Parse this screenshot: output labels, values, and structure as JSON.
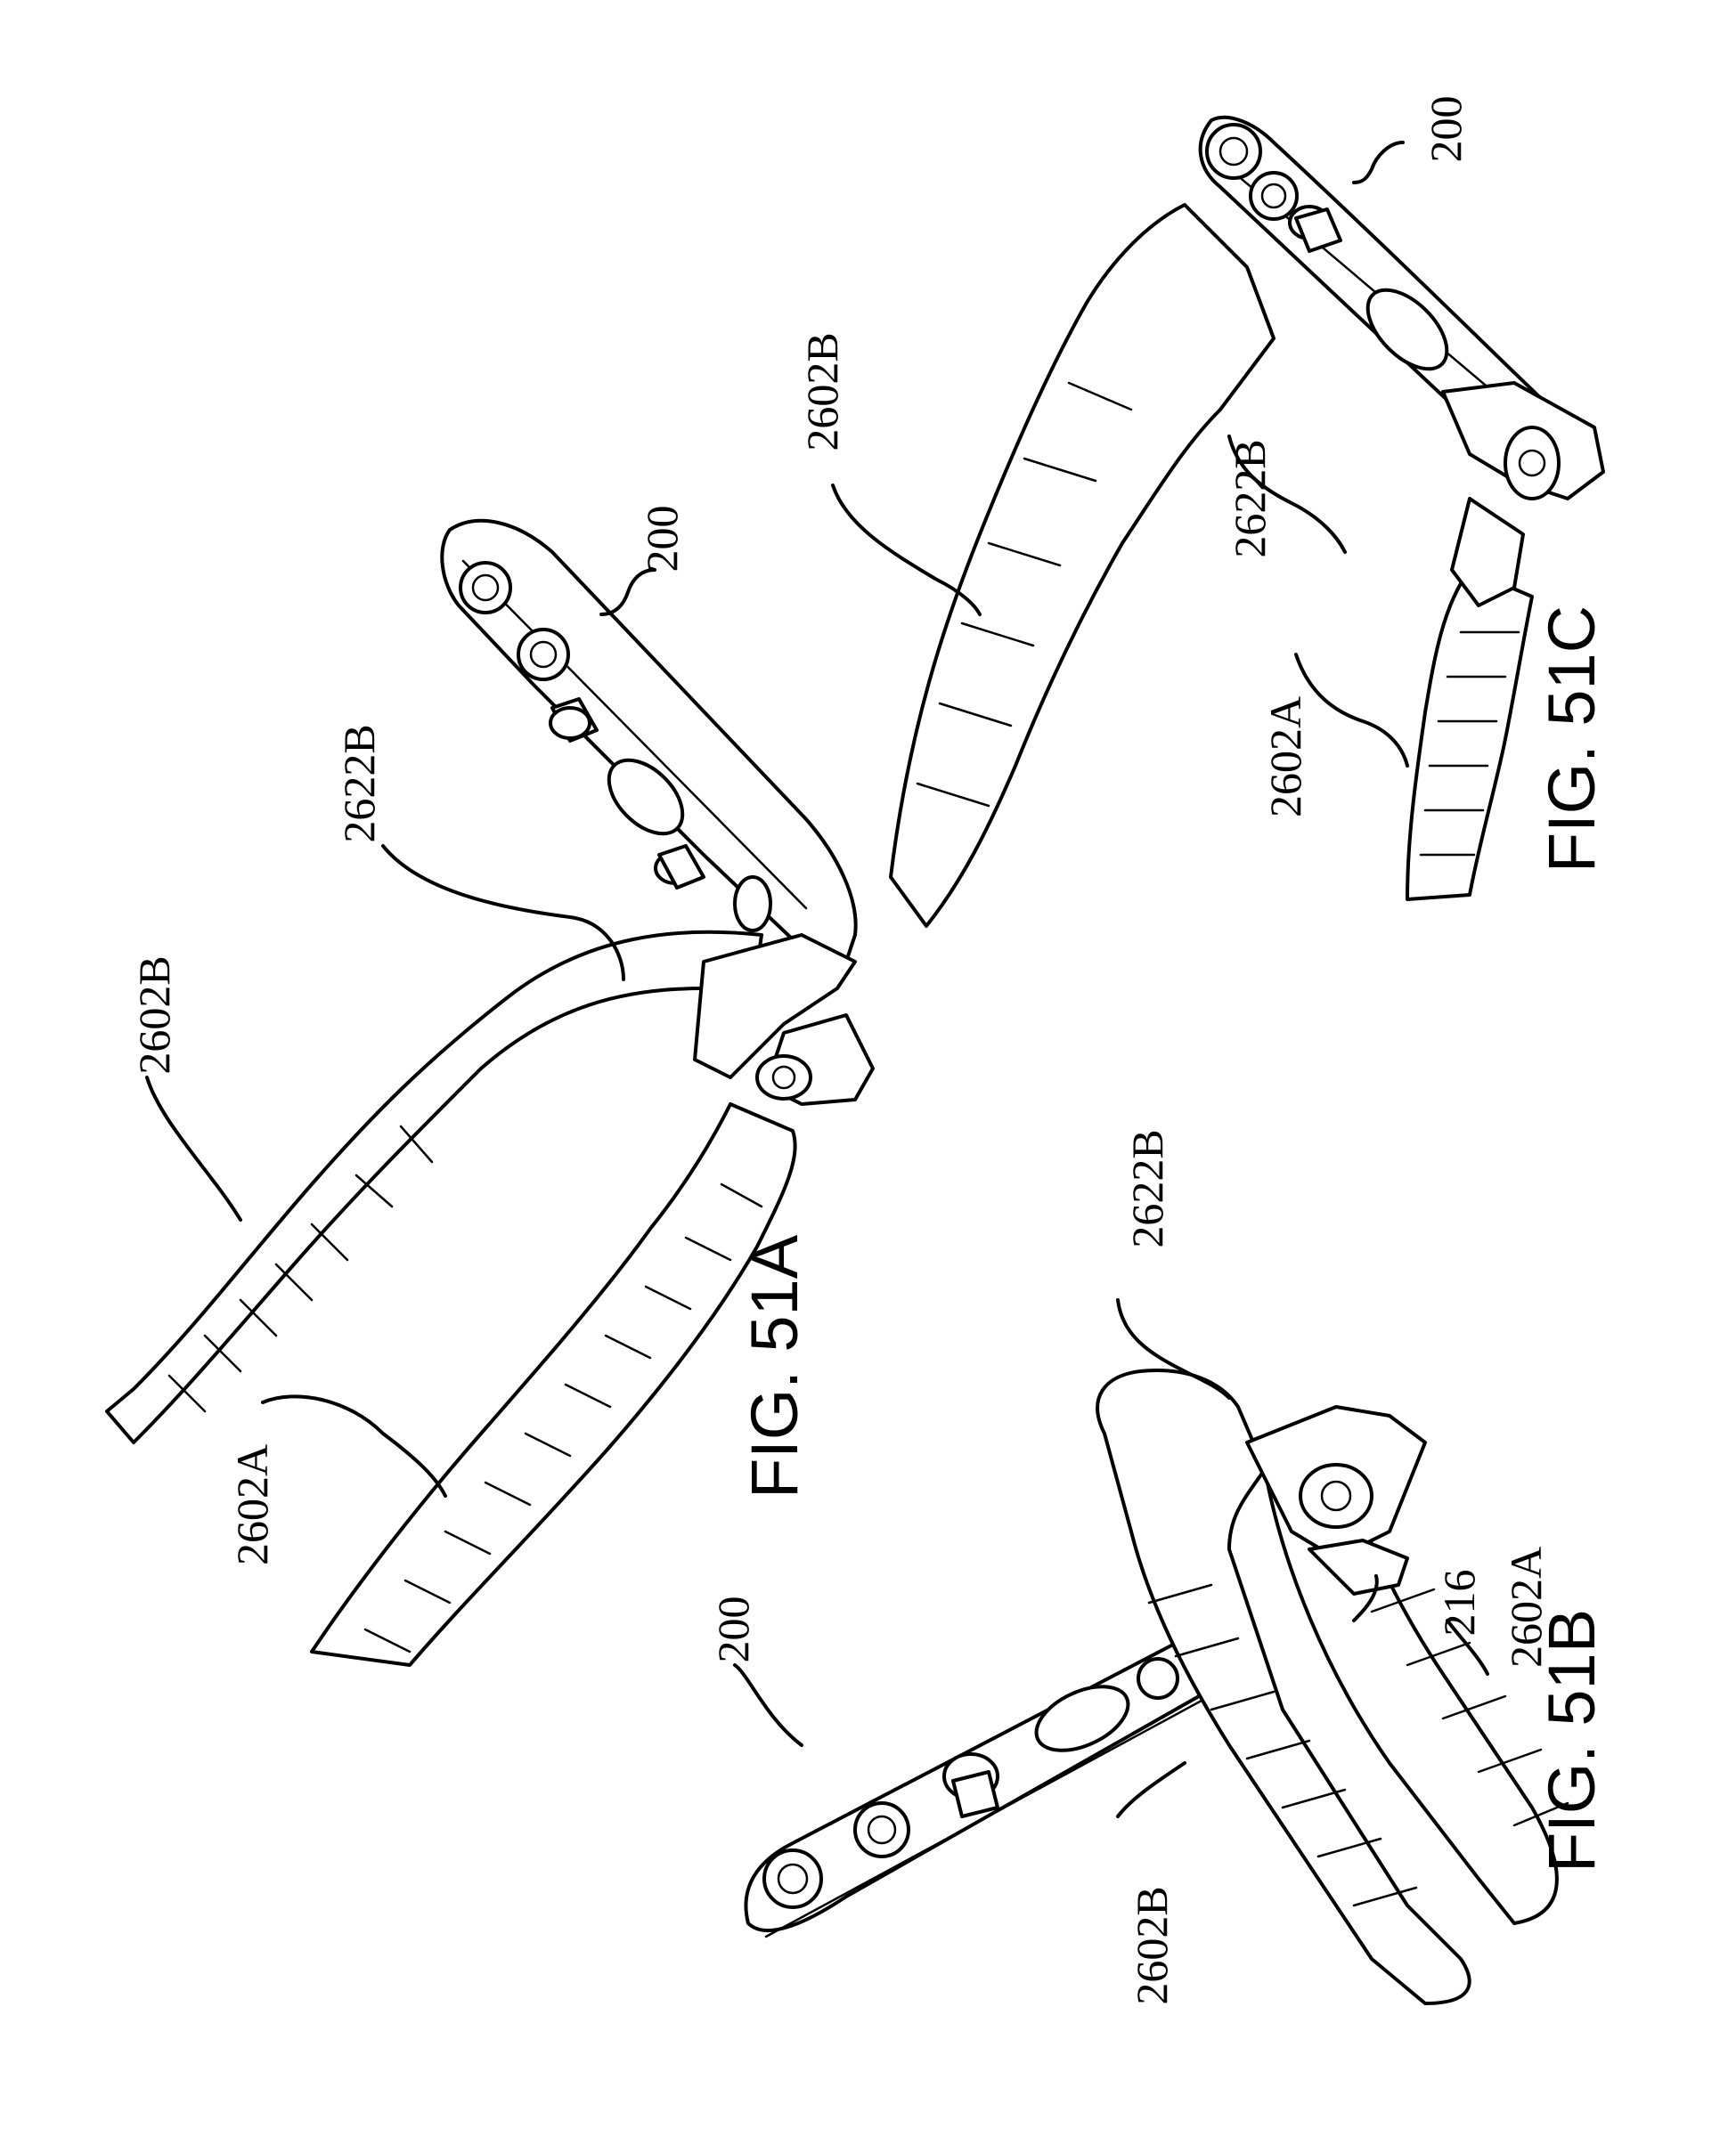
{
  "figures": {
    "a": {
      "caption": "FIG. 51A",
      "refs": {
        "plate": "200",
        "tube_bend": "2622B",
        "tube_upper": "2602B",
        "tube_lower": "2602A"
      }
    },
    "b": {
      "caption": "FIG. 51B",
      "refs": {
        "plate": "200",
        "tube_bend": "2622B",
        "tube_lower": "2602B",
        "tube_upper": "2602A",
        "clip": "216"
      }
    },
    "c": {
      "caption": "FIG. 51C",
      "refs": {
        "plate": "200",
        "tube_upper": "2602B",
        "tube_bend": "2622B",
        "tube_lower": "2602A"
      }
    }
  }
}
